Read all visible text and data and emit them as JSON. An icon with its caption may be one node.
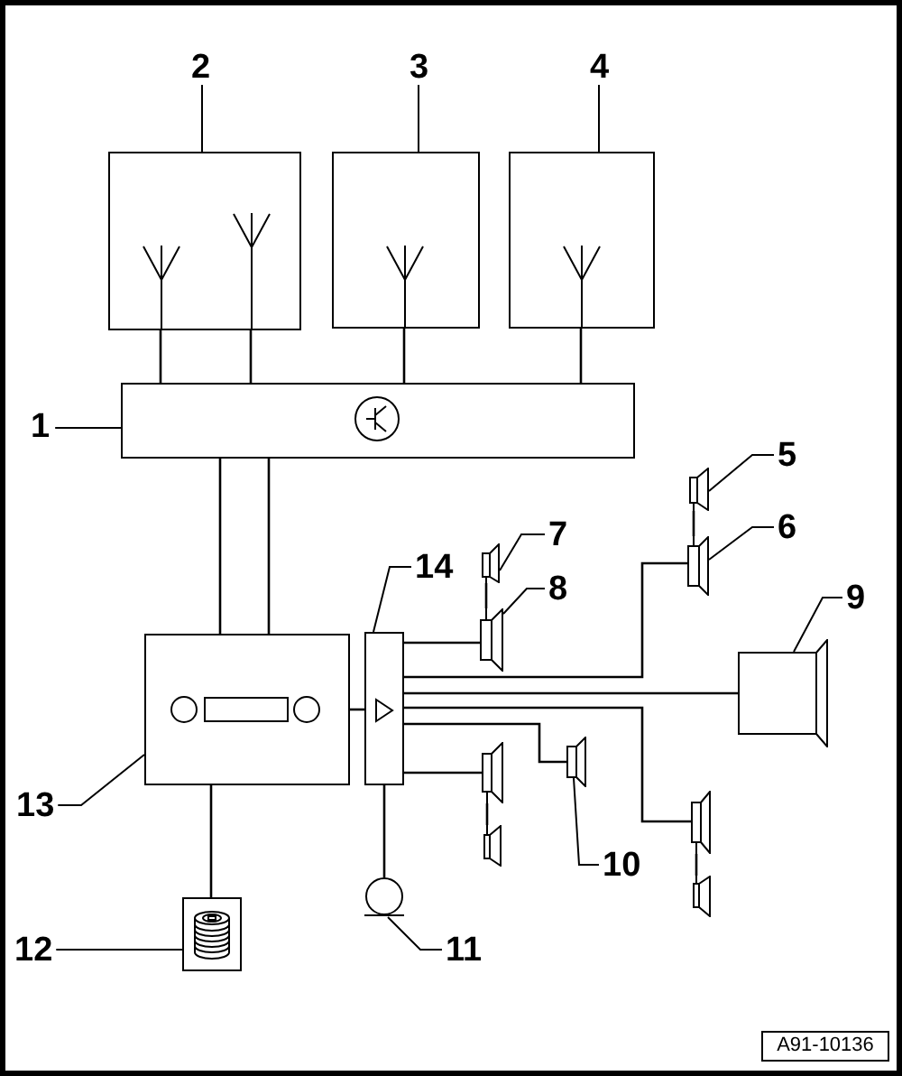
{
  "diagram": {
    "nodes": [
      {
        "text": [
          "2"
        ]
      },
      {
        "text": [
          "3"
        ]
      },
      {
        "text": [
          "4"
        ]
      },
      {
        "text": [],
        "shape": "box"
      },
      {
        "text": [],
        "shape": "box"
      },
      {
        "text": [],
        "shape": "box"
      },
      {
        "text": [
          "1"
        ]
      },
      {
        "text": [],
        "shape": "box"
      },
      {
        "text": [
          "5"
        ]
      },
      {
        "text": [],
        "shape": "speaker"
      },
      {
        "text": [
          "6"
        ]
      },
      {
        "text": [],
        "shape": "speaker"
      },
      {
        "text": [
          "7"
        ]
      },
      {
        "text": [],
        "shape": "speaker"
      },
      {
        "text": [
          "14"
        ]
      },
      {
        "text": [
          "8"
        ]
      },
      {
        "text": [],
        "shape": "speaker"
      },
      {
        "text": [
          "9"
        ]
      },
      {
        "text": [],
        "shape": "box"
      },
      {
        "text": [],
        "shape": "box"
      },
      {
        "text": [],
        "shape": "speaker"
      },
      {
        "text": [],
        "shape": "speaker"
      },
      {
        "text": [],
        "shape": "speaker"
      },
      {
        "text": [],
        "shape": "speaker"
      },
      {
        "text": [
          "13"
        ]
      },
      {
        "text": [],
        "shape": "speaker"
      },
      {
        "text": [
          "10"
        ]
      },
      {
        "text": [],
        "shape": "microphone"
      },
      {
        "text": [],
        "shape": "speaker"
      },
      {
        "text": [
          "12"
        ]
      },
      {
        "text": [],
        "shape": "box"
      },
      {
        "text": [
          "11"
        ]
      },
      {
        "text": [
          "A91-10136"
        ]
      }
    ],
    "edges": [
      {
        "from": 0,
        "to": 3,
        "arrow": "none"
      },
      {
        "from": 1,
        "to": 4,
        "arrow": "none"
      },
      {
        "from": 2,
        "to": 5,
        "arrow": "none"
      },
      {
        "from": 6,
        "to": 7,
        "arrow": "none"
      },
      {
        "from": 8,
        "to": 9,
        "arrow": "none"
      },
      {
        "from": 10,
        "to": 11,
        "arrow": "none"
      },
      {
        "from": 12,
        "to": 13,
        "arrow": "none"
      },
      {
        "from": 14,
        "to": 18,
        "arrow": "none"
      },
      {
        "from": 15,
        "to": 16,
        "arrow": "none"
      },
      {
        "from": 17,
        "to": 20,
        "arrow": "none"
      },
      {
        "from": 24,
        "to": 19,
        "arrow": "none"
      },
      {
        "from": 26,
        "to": 21,
        "arrow": "none"
      },
      {
        "from": 29,
        "to": 30,
        "arrow": "none"
      },
      {
        "from": 31,
        "to": 27,
        "arrow": "none"
      },
      {
        "from": 3,
        "to": 7,
        "arrow": "none"
      },
      {
        "from": 3,
        "to": 7,
        "arrow": "none"
      },
      {
        "from": 4,
        "to": 7,
        "arrow": "none"
      },
      {
        "from": 5,
        "to": 7,
        "arrow": "none"
      },
      {
        "from": 7,
        "to": 19,
        "arrow": "none"
      },
      {
        "from": 7,
        "to": 19,
        "arrow": "none"
      },
      {
        "from": 19,
        "to": 18,
        "arrow": "none"
      },
      {
        "from": 19,
        "to": 30,
        "arrow": "none"
      },
      {
        "from": 18,
        "to": 27,
        "arrow": "none"
      },
      {
        "from": 18,
        "to": 16,
        "arrow": "none"
      },
      {
        "from": 16,
        "to": 13,
        "arrow": "none"
      },
      {
        "from": 18,
        "to": 11,
        "arrow": "none"
      },
      {
        "from": 11,
        "to": 9,
        "arrow": "none"
      },
      {
        "from": 18,
        "to": 20,
        "arrow": "none"
      },
      {
        "from": 18,
        "to": 23,
        "arrow": "none"
      },
      {
        "from": 18,
        "to": 21,
        "arrow": "none"
      },
      {
        "from": 18,
        "to": 22,
        "arrow": "none"
      },
      {
        "from": 22,
        "to": 25,
        "arrow": "none"
      },
      {
        "from": 23,
        "to": 28,
        "arrow": "none"
      }
    ]
  }
}
